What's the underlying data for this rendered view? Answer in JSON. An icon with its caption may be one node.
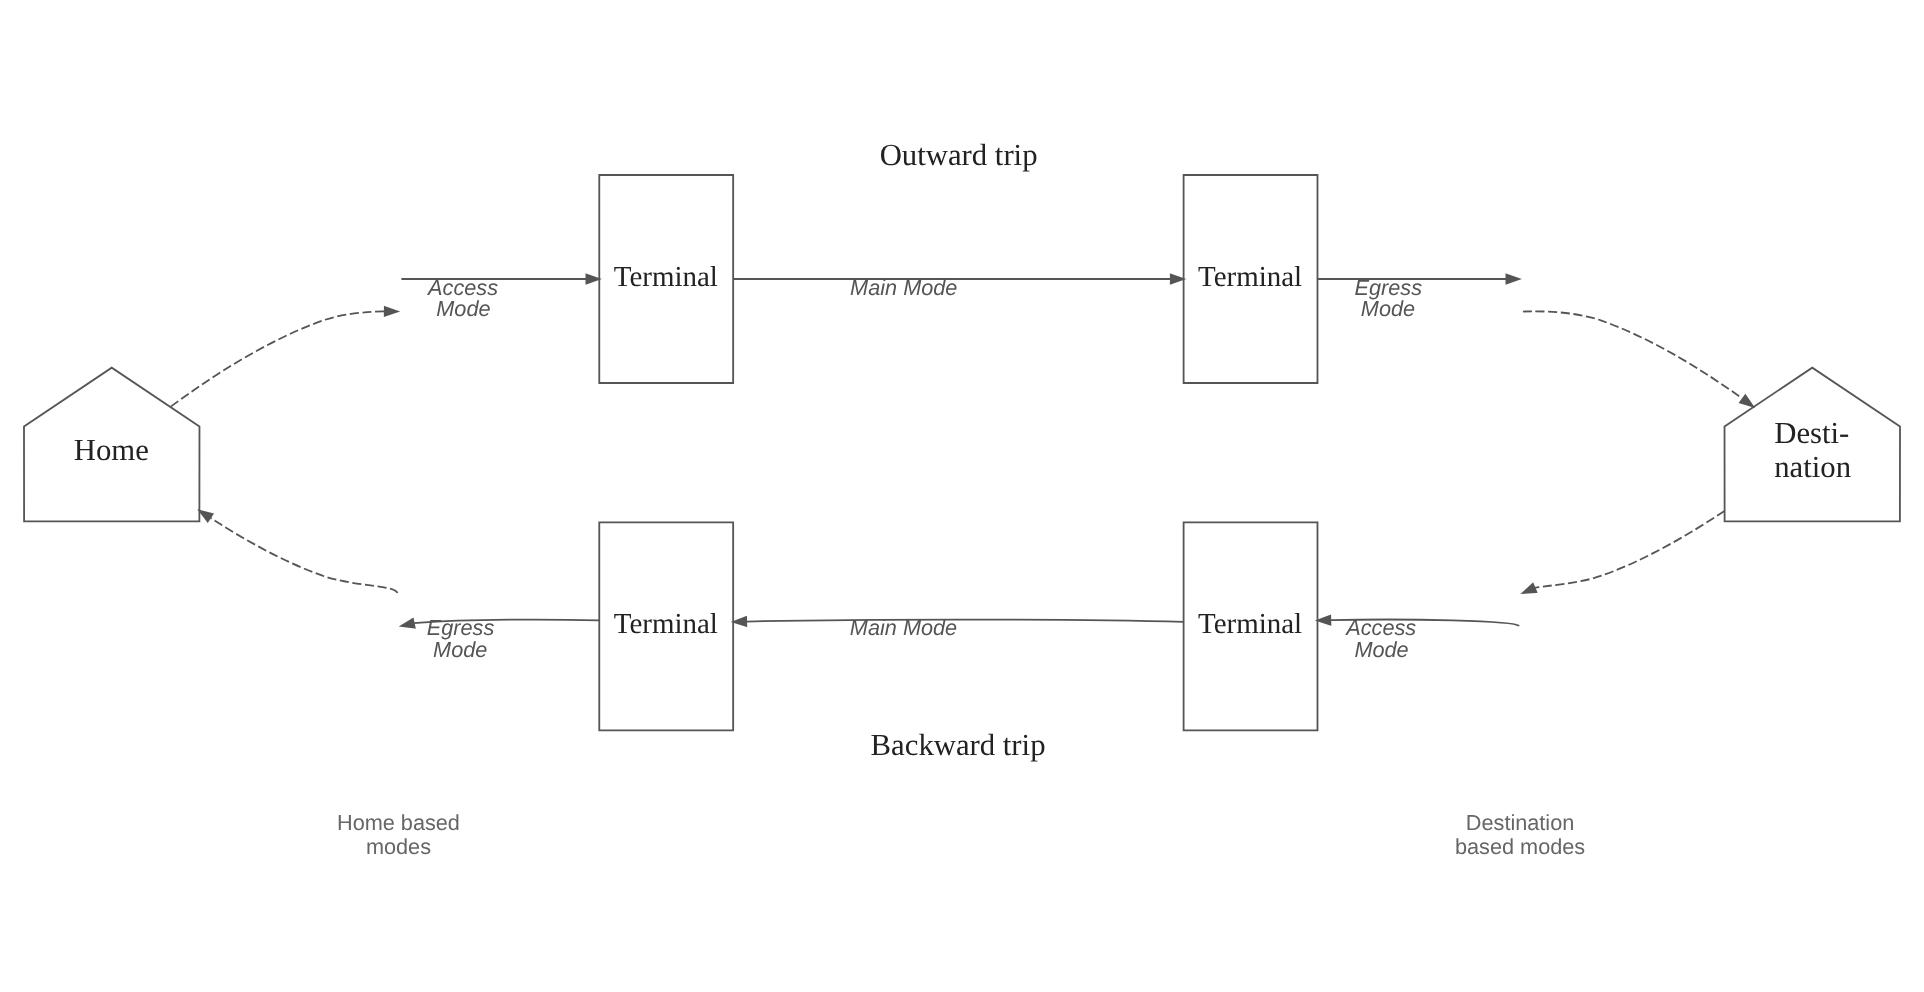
{
  "diagram": {
    "nodes": [
      {
        "text": [
          "Home"
        ]
      },
      {
        "text": [
          "Terminal"
        ]
      },
      {
        "text": [
          "Terminal"
        ]
      },
      {
        "text": [
          "Desti- nation"
        ]
      },
      {
        "text": [
          "Terminal"
        ]
      },
      {
        "text": [
          "Terminal"
        ]
      }
    ],
    "edges": [
      {
        "from": 0,
        "to": null,
        "arrow": "to",
        "style": "dashed"
      },
      {
        "from": null,
        "to": 1,
        "arrow": "to",
        "label": "Access Mode"
      },
      {
        "from": 1,
        "to": 2,
        "arrow": "to",
        "label": "Main Mode"
      },
      {
        "from": 2,
        "to": null,
        "arrow": "to",
        "label": "Egress Mode"
      },
      {
        "from": null,
        "to": 3,
        "arrow": "to",
        "style": "dashed"
      },
      {
        "from": 3,
        "to": null,
        "arrow": "to",
        "style": "dashed"
      },
      {
        "from": null,
        "to": 5,
        "arrow": "to",
        "label": "Access Mode"
      },
      {
        "from": 5,
        "to": 4,
        "arrow": "to",
        "label": "Main Mode"
      },
      {
        "from": 4,
        "to": null,
        "arrow": "to",
        "label": "Egress Mode"
      },
      {
        "from": null,
        "to": 0,
        "arrow": "to",
        "style": "dashed"
      }
    ],
    "labels": [
      "Outward trip",
      "Backward trip",
      "Home based modes",
      "Destination based modes"
    ]
  }
}
